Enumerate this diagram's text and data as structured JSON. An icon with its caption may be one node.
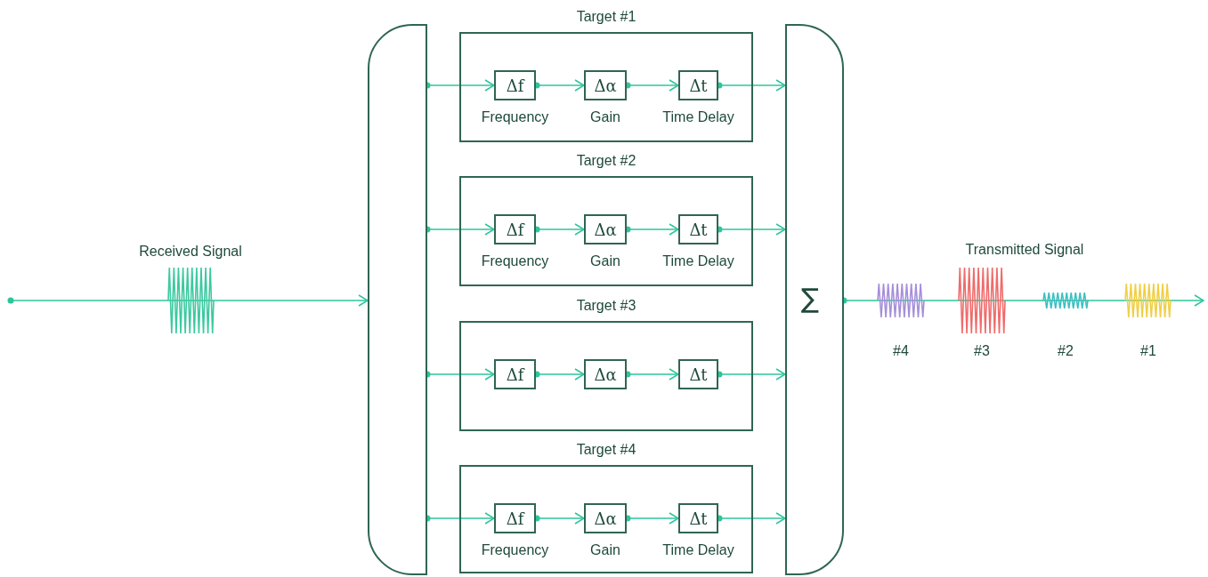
{
  "diagram": {
    "nodes": [
      {
        "text": [],
        "shape": "box"
      },
      {
        "text": [
          "Target #1"
        ]
      },
      {
        "text": [
          "Δf",
          "Frequency"
        ],
        "in": 1
      },
      {
        "text": [
          "Δα",
          "Gain"
        ],
        "in": 1
      },
      {
        "text": [
          "Δt",
          "Time Delay"
        ],
        "in": 1
      },
      {
        "text": [
          "Target #2"
        ]
      },
      {
        "text": [
          "Δf",
          "Frequency"
        ],
        "in": 5
      },
      {
        "text": [
          "Δα",
          "Gain"
        ],
        "in": 5
      },
      {
        "text": [
          "Δt",
          "Time Delay"
        ],
        "in": 5
      },
      {
        "text": [
          "Target #3"
        ]
      },
      {
        "text": [
          "Δf"
        ],
        "in": 9
      },
      {
        "text": [
          "Δα"
        ],
        "in": 9
      },
      {
        "text": [
          "Δt"
        ],
        "in": 9
      },
      {
        "text": [
          "Target #4"
        ]
      },
      {
        "text": [
          "Δf",
          "Frequency"
        ],
        "in": 13
      },
      {
        "text": [
          "Δα",
          "Gain"
        ],
        "in": 13
      },
      {
        "text": [
          "Δt",
          "Time Delay"
        ],
        "in": 13
      },
      {
        "text": [
          "∑"
        ]
      }
    ],
    "edges": [
      {
        "from": null,
        "to": 0,
        "arrow": "to",
        "label": "Received Signal"
      },
      {
        "from": 0,
        "to": 2,
        "arrow": "to"
      },
      {
        "from": 2,
        "to": 3,
        "arrow": "to"
      },
      {
        "from": 3,
        "to": 4,
        "arrow": "to"
      },
      {
        "from": 4,
        "to": 17,
        "arrow": "to"
      },
      {
        "from": 0,
        "to": 6,
        "arrow": "to"
      },
      {
        "from": 6,
        "to": 7,
        "arrow": "to"
      },
      {
        "from": 7,
        "to": 8,
        "arrow": "to"
      },
      {
        "from": 8,
        "to": 17,
        "arrow": "to"
      },
      {
        "from": 0,
        "to": 10,
        "arrow": "to"
      },
      {
        "from": 10,
        "to": 11,
        "arrow": "to"
      },
      {
        "from": 11,
        "to": 12,
        "arrow": "to"
      },
      {
        "from": 12,
        "to": 17,
        "arrow": "to"
      },
      {
        "from": 0,
        "to": 14,
        "arrow": "to"
      },
      {
        "from": 14,
        "to": 15,
        "arrow": "to"
      },
      {
        "from": 15,
        "to": 16,
        "arrow": "to"
      },
      {
        "from": 16,
        "to": 17,
        "arrow": "to"
      },
      {
        "from": 17,
        "to": null,
        "arrow": "to",
        "label": "Transmitted Signal"
      }
    ],
    "labels": [
      "#4",
      "#3",
      "#2",
      "#1"
    ]
  }
}
